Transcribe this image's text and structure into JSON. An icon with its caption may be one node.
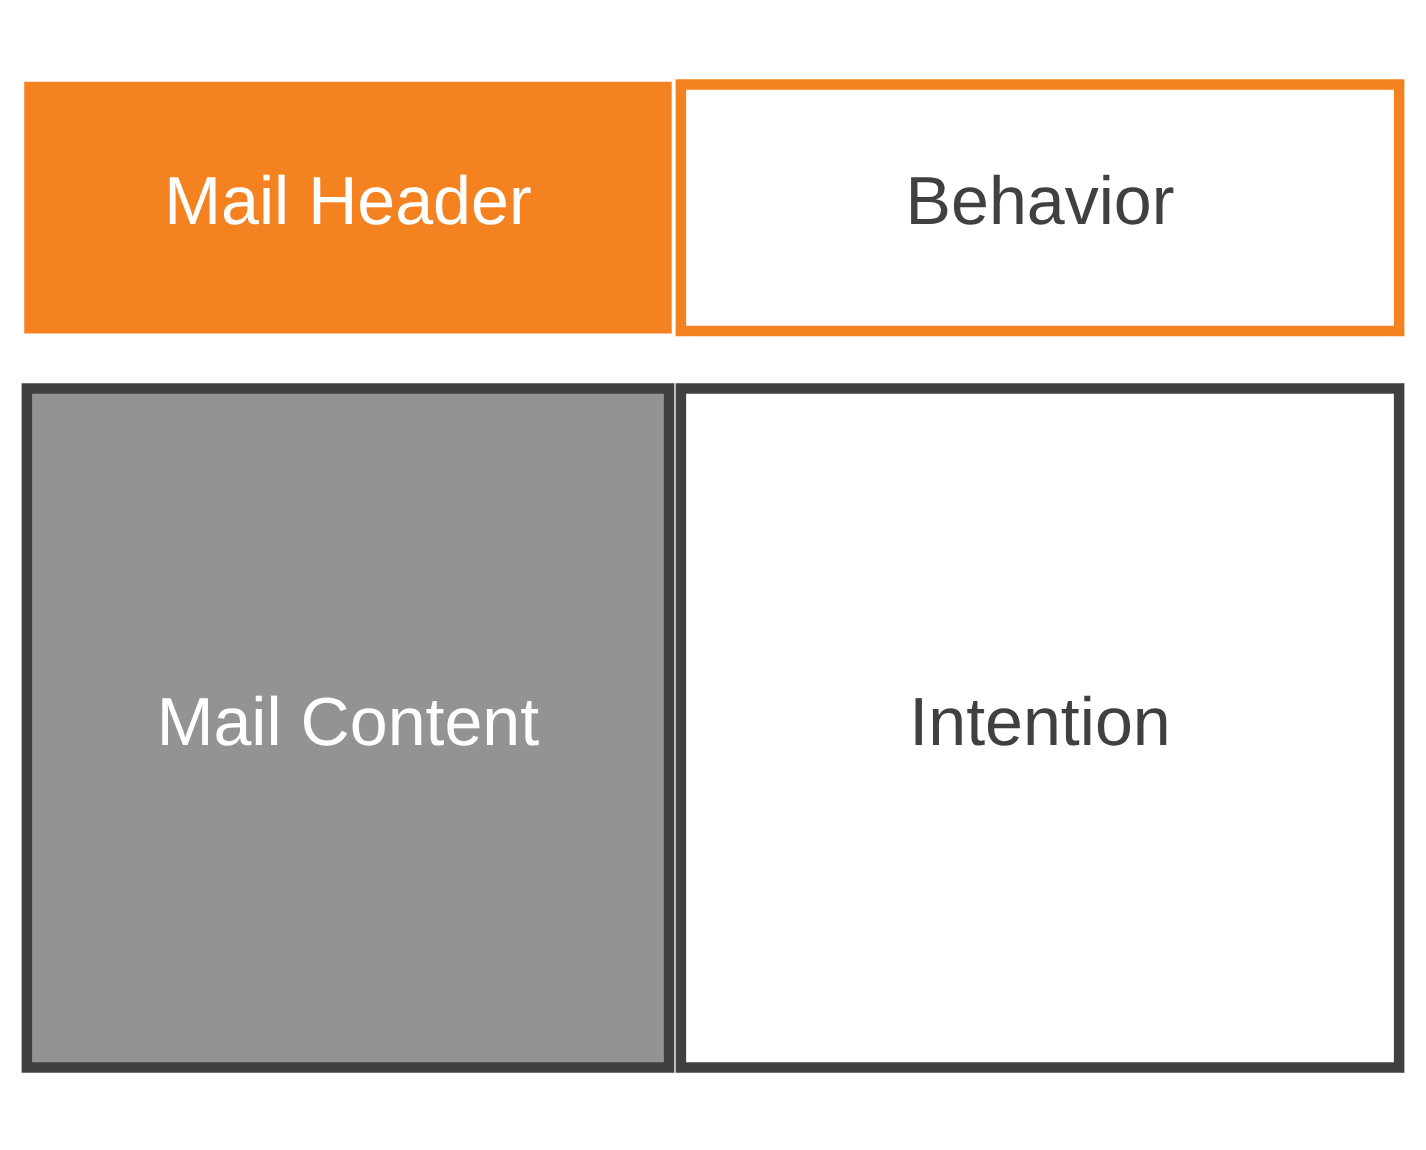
{
  "diagram": {
    "nodes": [
      {
        "text": [
          "Mail Header"
        ]
      },
      {
        "text": [
          "Behavior"
        ]
      },
      {
        "text": [
          "Mail Content"
        ]
      },
      {
        "text": [
          "Intention"
        ]
      }
    ]
  }
}
